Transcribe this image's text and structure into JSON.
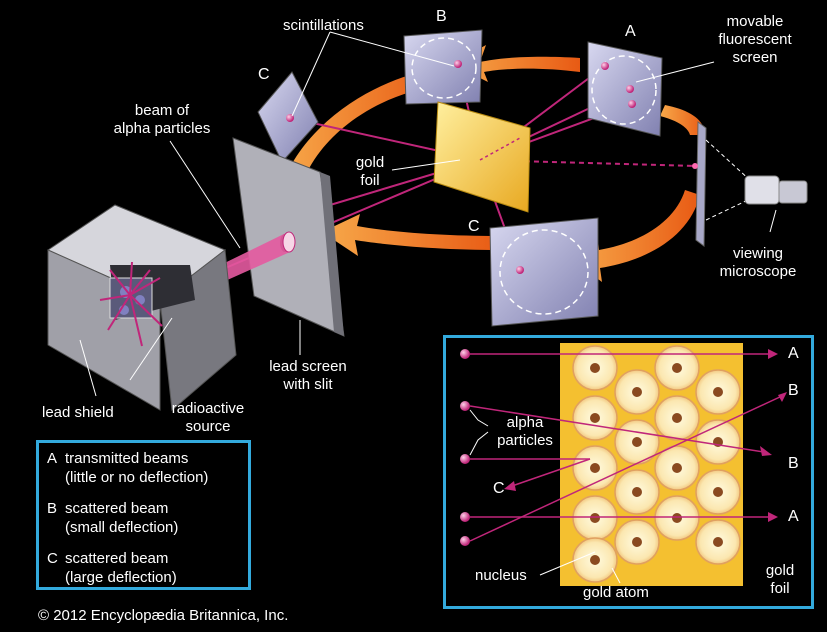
{
  "labels": {
    "scintillations": "scintillations",
    "screen_b_top": "B",
    "screen_a_top": "A",
    "screen_c_left": "C",
    "screen_c_bottom": "C",
    "movable_line1": "movable",
    "movable_line2": "fluorescent",
    "movable_line3": "screen",
    "beam_line1": "beam of",
    "beam_line2": "alpha particles",
    "gold_foil_line1": "gold",
    "gold_foil_line2": "foil",
    "viewing_line1": "viewing",
    "viewing_line2": "microscope",
    "lead_screen_line1": "lead screen",
    "lead_screen_line2": "with slit",
    "lead_shield": "lead shield",
    "radioactive_line1": "radioactive",
    "radioactive_line2": "source"
  },
  "legend": [
    {
      "key": "A",
      "line1": "transmitted beams",
      "line2": "(little or no deflection)"
    },
    {
      "key": "B",
      "line1": "scattered beam",
      "line2": "(small deflection)"
    },
    {
      "key": "C",
      "line1": "scattered beam",
      "line2": "(large deflection)"
    }
  ],
  "inset": {
    "out_a_top": "A",
    "out_b_top": "B",
    "out_b_mid": "B",
    "out_a_bottom": "A",
    "out_c": "C",
    "alpha_line1": "alpha",
    "alpha_line2": "particles",
    "nucleus": "nucleus",
    "gold_atom": "gold atom",
    "gold_foil_line1": "gold",
    "gold_foil_line2": "foil"
  },
  "colors": {
    "beam": "#c0267a",
    "arrow": "#f07a1e",
    "foil": "#f4c842",
    "screen": "#9c9cc4",
    "frame": "#33aadd"
  },
  "copyright": "© 2012 Encyclopædia Britannica, Inc."
}
